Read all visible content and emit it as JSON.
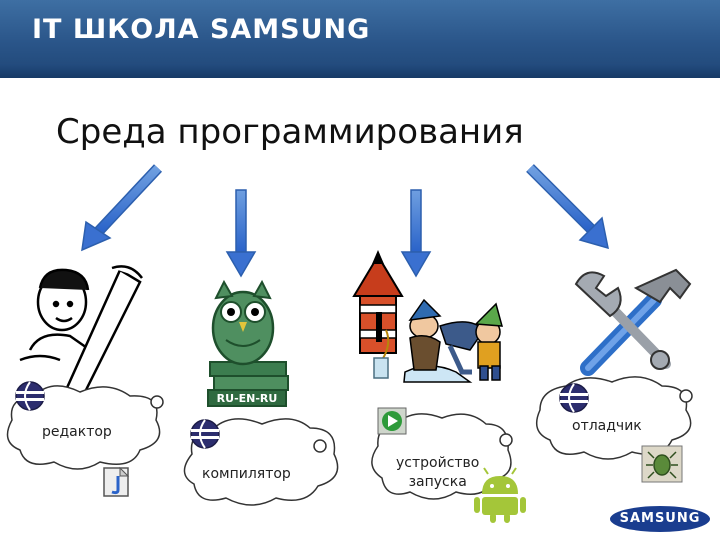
{
  "header": {
    "title": "IT ШКОЛА SAMSUNG"
  },
  "slide": {
    "title": "Среда программирования"
  },
  "items": [
    {
      "label": "редактор"
    },
    {
      "label": "компилятор"
    },
    {
      "label": "устройство запуска",
      "line1": "устройство",
      "line2": "запуска"
    },
    {
      "label": "отладчик"
    }
  ],
  "dictionary_label": "RU-EN-RU",
  "logo": "SAMSUNG",
  "icons": [
    "pencil-man-icon",
    "owl-books-icon",
    "rocket-icon",
    "wrench-hammer-icon",
    "eclipse-icon",
    "java-file-icon",
    "android-icon",
    "play-icon",
    "bug-icon"
  ]
}
